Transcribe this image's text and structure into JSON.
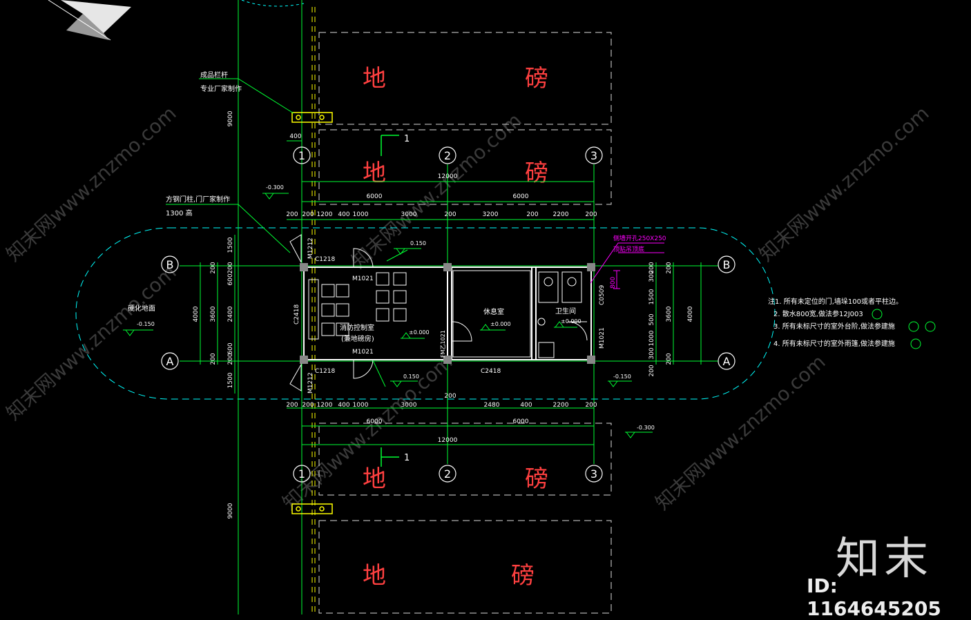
{
  "colors": {
    "background": "#000000",
    "wall": "#ffffff",
    "axis": "#00ff33",
    "dim": "#00ff33",
    "hatch": "#2a2a2a",
    "paving": "#ff3333",
    "parking": "#dddddd",
    "cyan_dash": "#00ffff",
    "magenta": "#ff00ff",
    "gate": "#ffff00",
    "text": "#ffffff"
  },
  "grid": {
    "cols": [
      "1",
      "2",
      "3"
    ],
    "rows": [
      "A",
      "B"
    ],
    "section_mark": "1"
  },
  "labels": {
    "post_note_1": "成品栏杆",
    "post_note_2": "专业厂家制作",
    "gate_post_1": "方钢门柱,门厂家制作",
    "gate_post_2": "1300  高",
    "hard_ground": "硬化地面",
    "room_control_1": "消防控制室",
    "room_control_2": "(兼地磅房)",
    "room_rest": "休息室",
    "room_wc": "卫生间",
    "magenta_1": "侧墙开孔250X250",
    "magenta_2": "顶贴吊顶底",
    "magenta_dim": "800",
    "paving_char_1": "地",
    "paving_char_2": "磅"
  },
  "doors": {
    "m1021": "M1021",
    "m1212": "M1212",
    "c1218": "C1218",
    "c2418": "C2418",
    "c0509": "C0509",
    "fm": "FM乙1021"
  },
  "levels": {
    "l_0150_pos": "0.150",
    "l_0150_neg": "-0.150",
    "l_0300_neg": "-0.300",
    "l_000": "±0.000"
  },
  "dims": {
    "d9000": "9000",
    "d12000": "12000",
    "d6000": "6000",
    "d3000": "3000",
    "d3200": "3200",
    "d2200": "2200",
    "d2480": "2480",
    "d1200": "1200",
    "d1000": "1000",
    "d400": "400",
    "d200": "200",
    "d4000": "4000",
    "d3600": "3600",
    "d2400": "2400",
    "d1500": "1500",
    "d600": "600",
    "d500": "500",
    "d300": "300"
  },
  "notes": {
    "n1": "注1. 所有未定位的门,墙垛100或者平柱边。",
    "n2": "2. 散水800宽,做法参12J003",
    "n3": "3. 所有未标尺寸的室外台阶,做法参建施",
    "n4": "4. 所有未标尺寸的室外雨篷,做法参建施"
  },
  "watermark": {
    "site": "知末网www.znzmo.com",
    "logo": "知末",
    "id": "ID: 1164645205"
  }
}
